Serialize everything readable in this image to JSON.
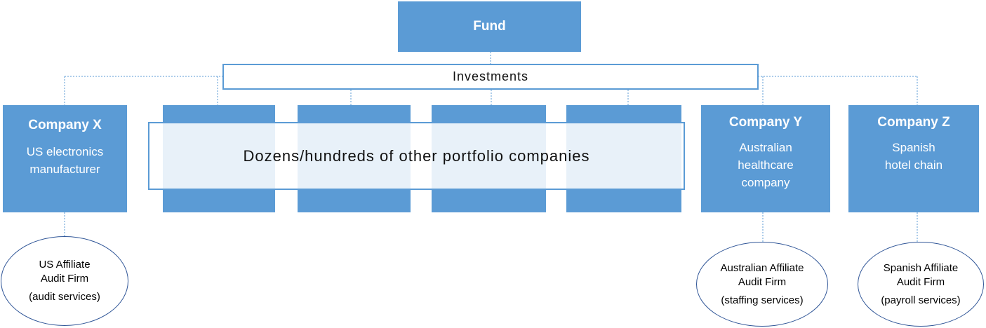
{
  "fund": {
    "label": "Fund"
  },
  "investments": {
    "label": "Investments"
  },
  "other_companies": {
    "label": "Dozens/hundreds of other portfolio companies"
  },
  "companies": [
    {
      "name": "Company X",
      "description": "US electronics\nmanufacturer"
    },
    {
      "name": "Company Y",
      "description": "Australian\nhealthcare\ncompany"
    },
    {
      "name": "Company Z",
      "description": "Spanish\nhotel chain"
    }
  ],
  "affiliates": [
    {
      "name": "US Affiliate\nAudit Firm",
      "service": "(audit services)"
    },
    {
      "name": "Australian Affiliate\nAudit Firm",
      "service": "(staffing services)"
    },
    {
      "name": "Spanish Affiliate\nAudit Firm",
      "service": "(payroll services)"
    }
  ],
  "colors": {
    "box_fill": "#5b9bd5",
    "connector": "#5b9bd5",
    "ellipse_border": "#2f5597"
  }
}
